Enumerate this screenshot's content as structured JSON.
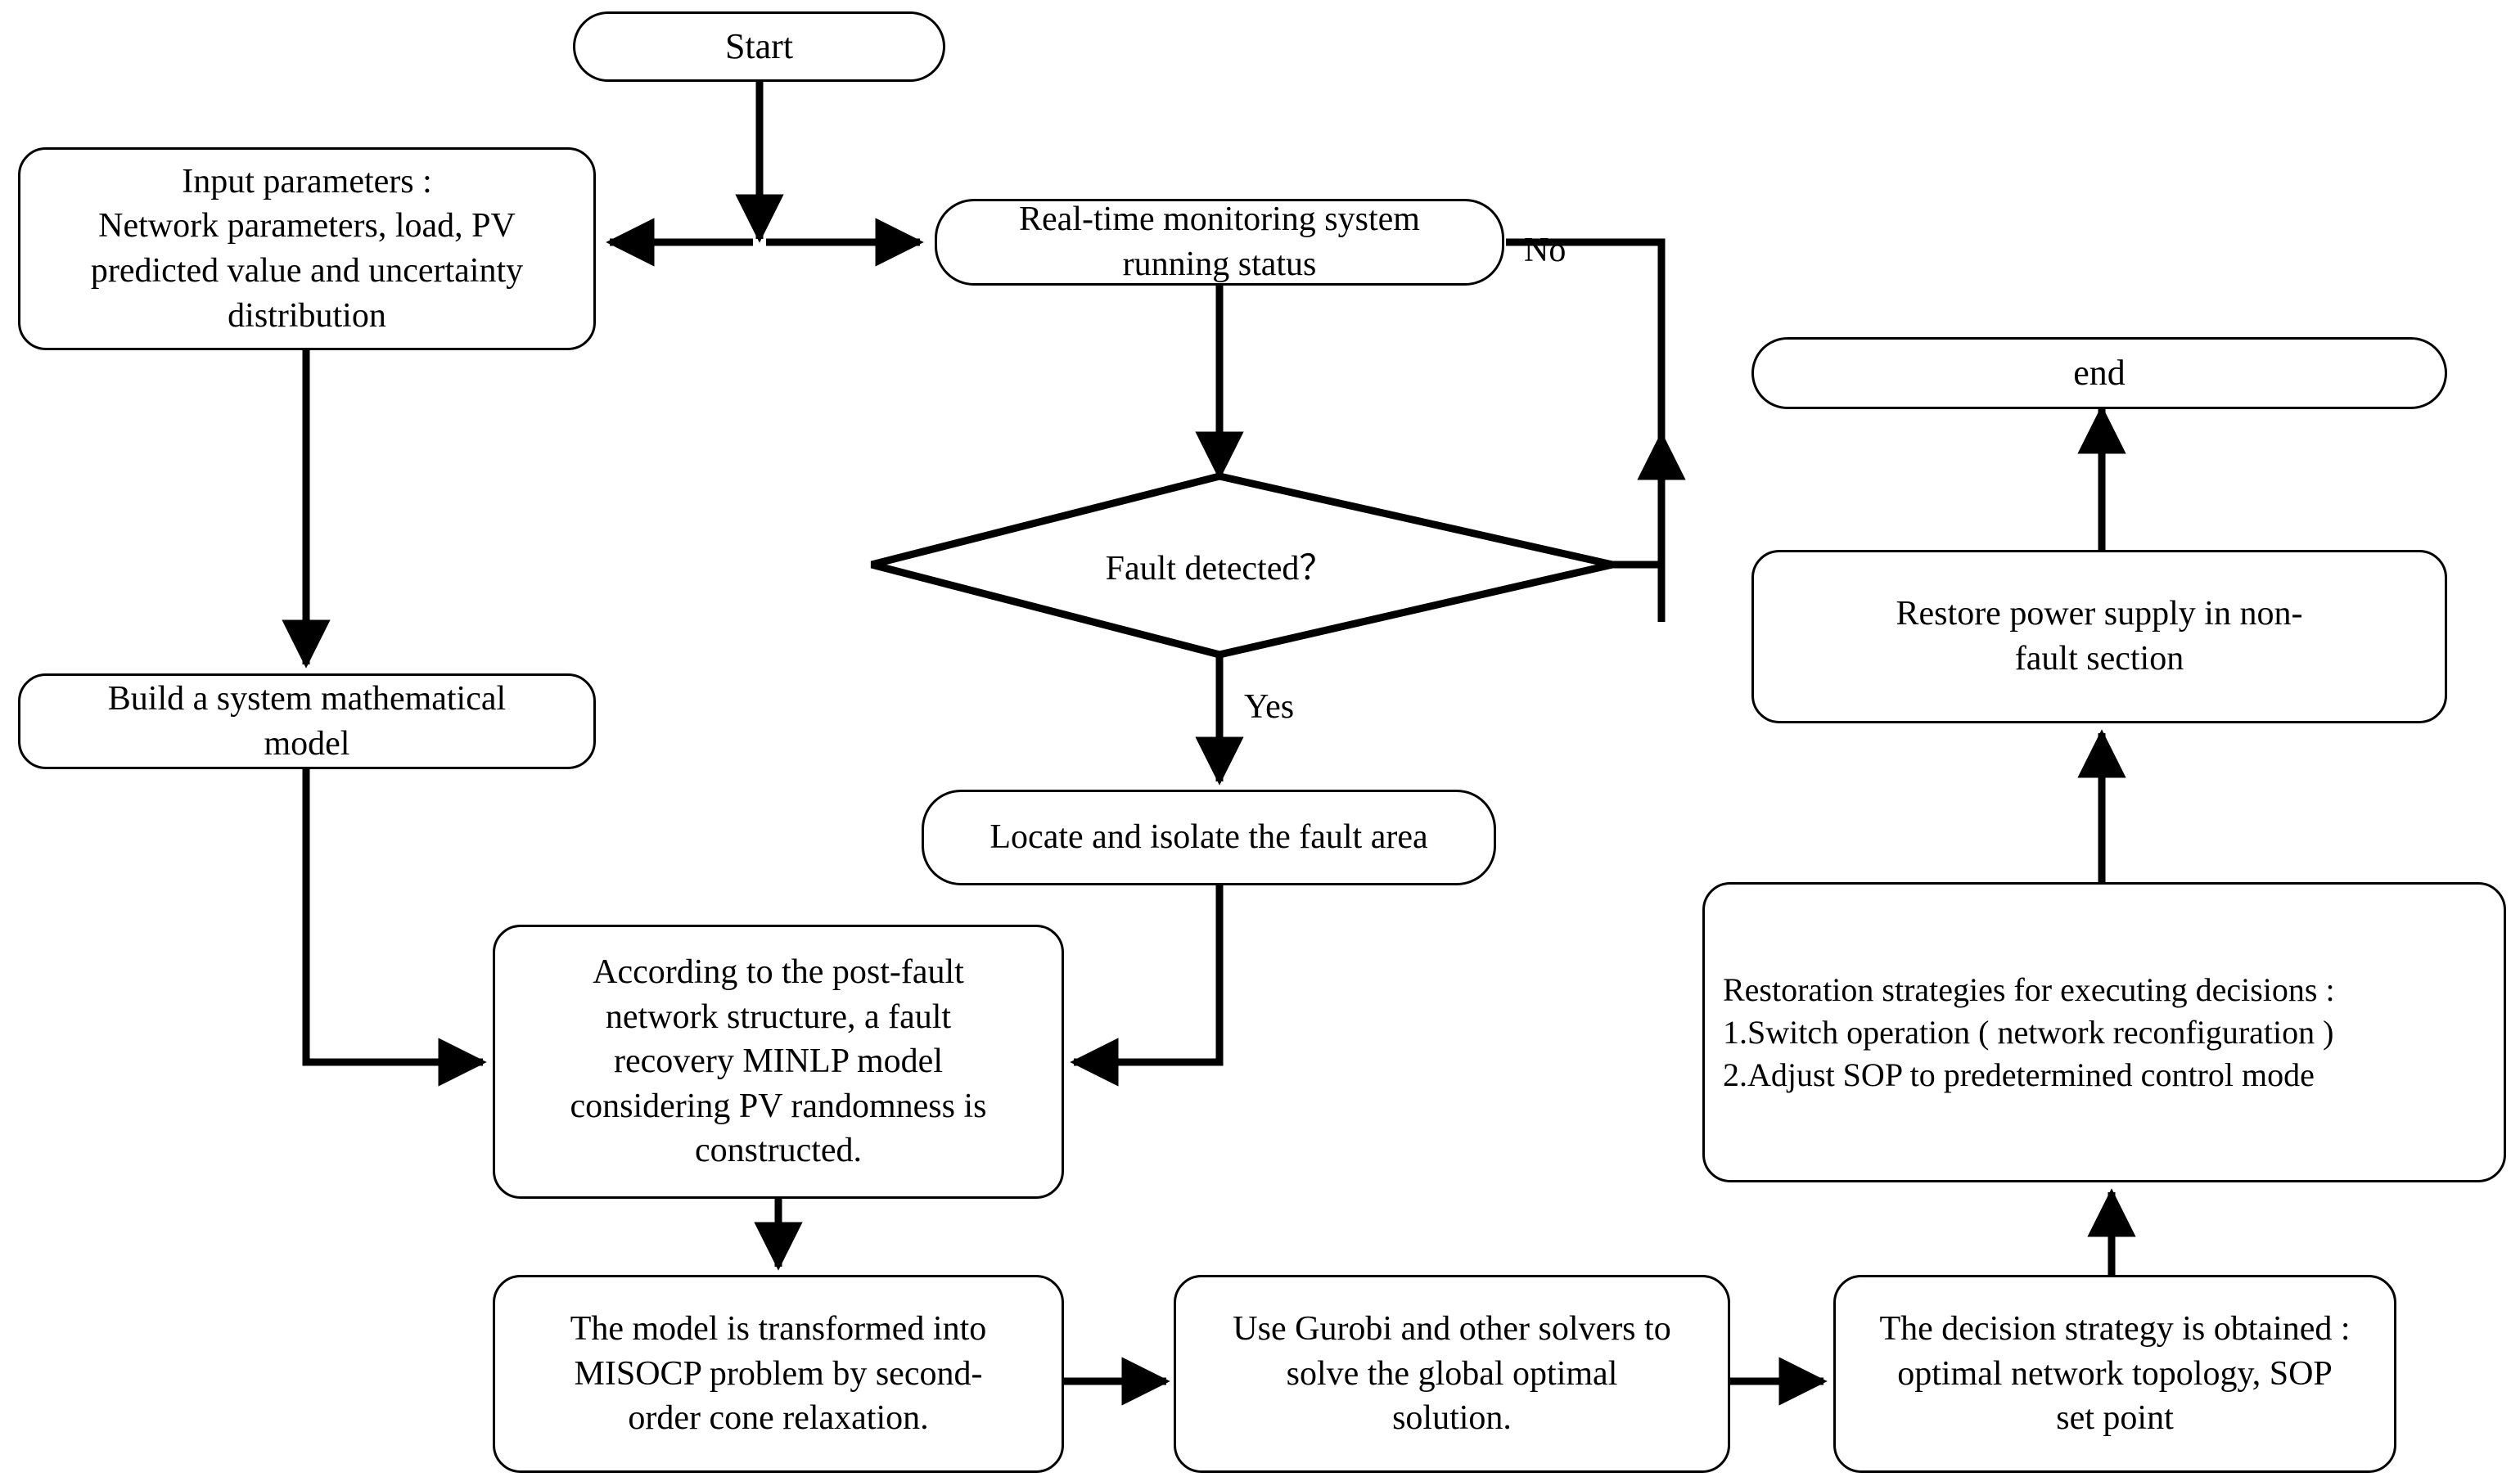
{
  "diagram": {
    "title": "Fault recovery flowchart for distribution network with PV and SOP",
    "background_color": "#ffffff",
    "line_color": "#000000",
    "text_color": "#000000"
  },
  "nodes": {
    "start": {
      "label": "Start",
      "shape": "pill"
    },
    "input_parameters": {
      "label": "Input parameters :\nNetwork parameters, load, PV\npredicted value and uncertainty\ndistribution",
      "shape": "rounded-rect"
    },
    "realtime_monitoring": {
      "label": "Real-time monitoring system\nrunning status",
      "shape": "pill"
    },
    "fault_detected": {
      "label": "Fault detected？",
      "shape": "diamond"
    },
    "build_model": {
      "label": "Build a system mathematical\nmodel",
      "shape": "rounded-rect"
    },
    "locate_isolate": {
      "label": "Locate and isolate the fault area",
      "shape": "pill"
    },
    "minlp_model": {
      "label": "According to the post-fault\nnetwork structure, a fault\nrecovery MINLP model\nconsidering PV randomness is\nconstructed.",
      "shape": "rounded-rect"
    },
    "misocp_transform": {
      "label": "The model is transformed into\nMISOCP problem by second-\norder cone relaxation.",
      "shape": "rounded-rect"
    },
    "gurobi_solve": {
      "label": "Use Gurobi and other solvers to\nsolve the global optimal\nsolution.",
      "shape": "rounded-rect"
    },
    "decision_strategy": {
      "label": "The decision strategy is obtained :\noptimal network topology, SOP\nset point",
      "shape": "rounded-rect"
    },
    "restoration_strategies": {
      "label": "Restoration strategies for executing decisions :\n1.Switch operation ( network reconfiguration )\n 2.Adjust SOP to predetermined control mode",
      "shape": "rounded-rect"
    },
    "restore_power": {
      "label": "Restore power supply in non-\nfault section",
      "shape": "rounded-rect"
    },
    "end": {
      "label": "end",
      "shape": "pill"
    }
  },
  "edge_labels": {
    "no": "No",
    "yes": "Yes"
  }
}
